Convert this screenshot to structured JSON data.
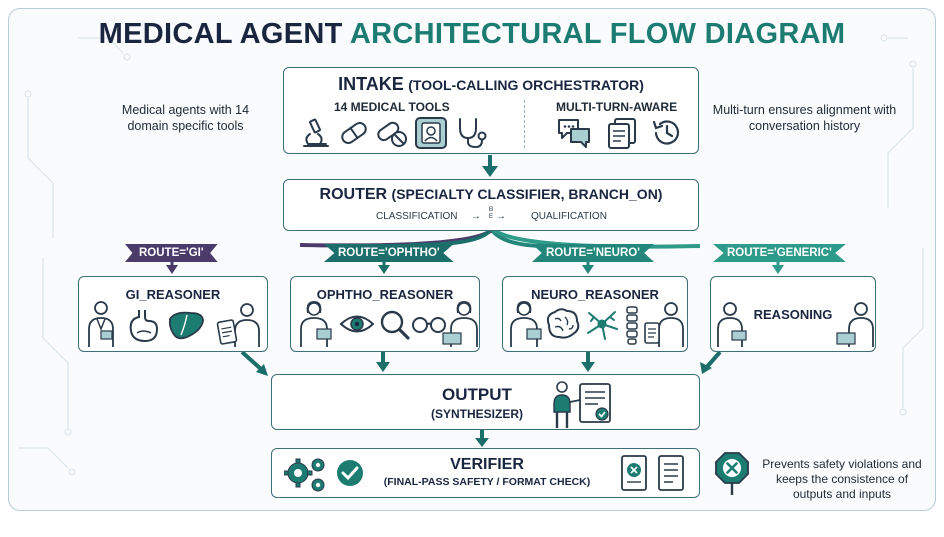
{
  "title": {
    "part1": "MEDICAL AGENT",
    "part2": "ARCHITECTURAL FLOW DIAGRAM"
  },
  "intake": {
    "title": "INTAKE",
    "subtitle": "(TOOL-CALLING ORCHESTRATOR)",
    "tools_label": "14 MEDICAL TOOLS",
    "multiturn_label": "MULTI-TURN-AWARE"
  },
  "notes": {
    "left": "Medical agents with 14 domain specific tools",
    "right": "Multi-turn ensures alignment with conversation history",
    "verifier": "Prevents safety violations and keeps the consistence of outputs and inputs"
  },
  "router": {
    "title": "ROUTER",
    "subtitle": "(SPECIALTY CLASSIFIER, BRANCH_ON)",
    "left_label": "CLASSIFICATION",
    "right_label": "QUALIFICATION",
    "mid_letters": "B E"
  },
  "routes": [
    {
      "label": "ROUTE='GI'",
      "color": "#4a3b6b"
    },
    {
      "label": "ROUTE='OPHTHO'",
      "color": "#1c6e6a"
    },
    {
      "label": "ROUTE='NEURO'",
      "color": "#22867a"
    },
    {
      "label": "ROUTE='GENERIC'",
      "color": "#2e9a8a"
    }
  ],
  "reasoners": [
    {
      "title": "GI_REASONER"
    },
    {
      "title": "OPHTHO_REASONER"
    },
    {
      "title": "NEURO_REASONER"
    },
    {
      "title": "REASONING"
    }
  ],
  "output": {
    "title": "OUTPUT",
    "subtitle": "(SYNTHESIZER)"
  },
  "verifier": {
    "title": "VERIFIER",
    "subtitle": "(FINAL-PASS SAFETY / FORMAT CHECK)"
  },
  "colors": {
    "navy": "#1a2540",
    "teal": "#1c7c72",
    "border": "#3d6e7a",
    "purple": "#4a3b6b"
  }
}
